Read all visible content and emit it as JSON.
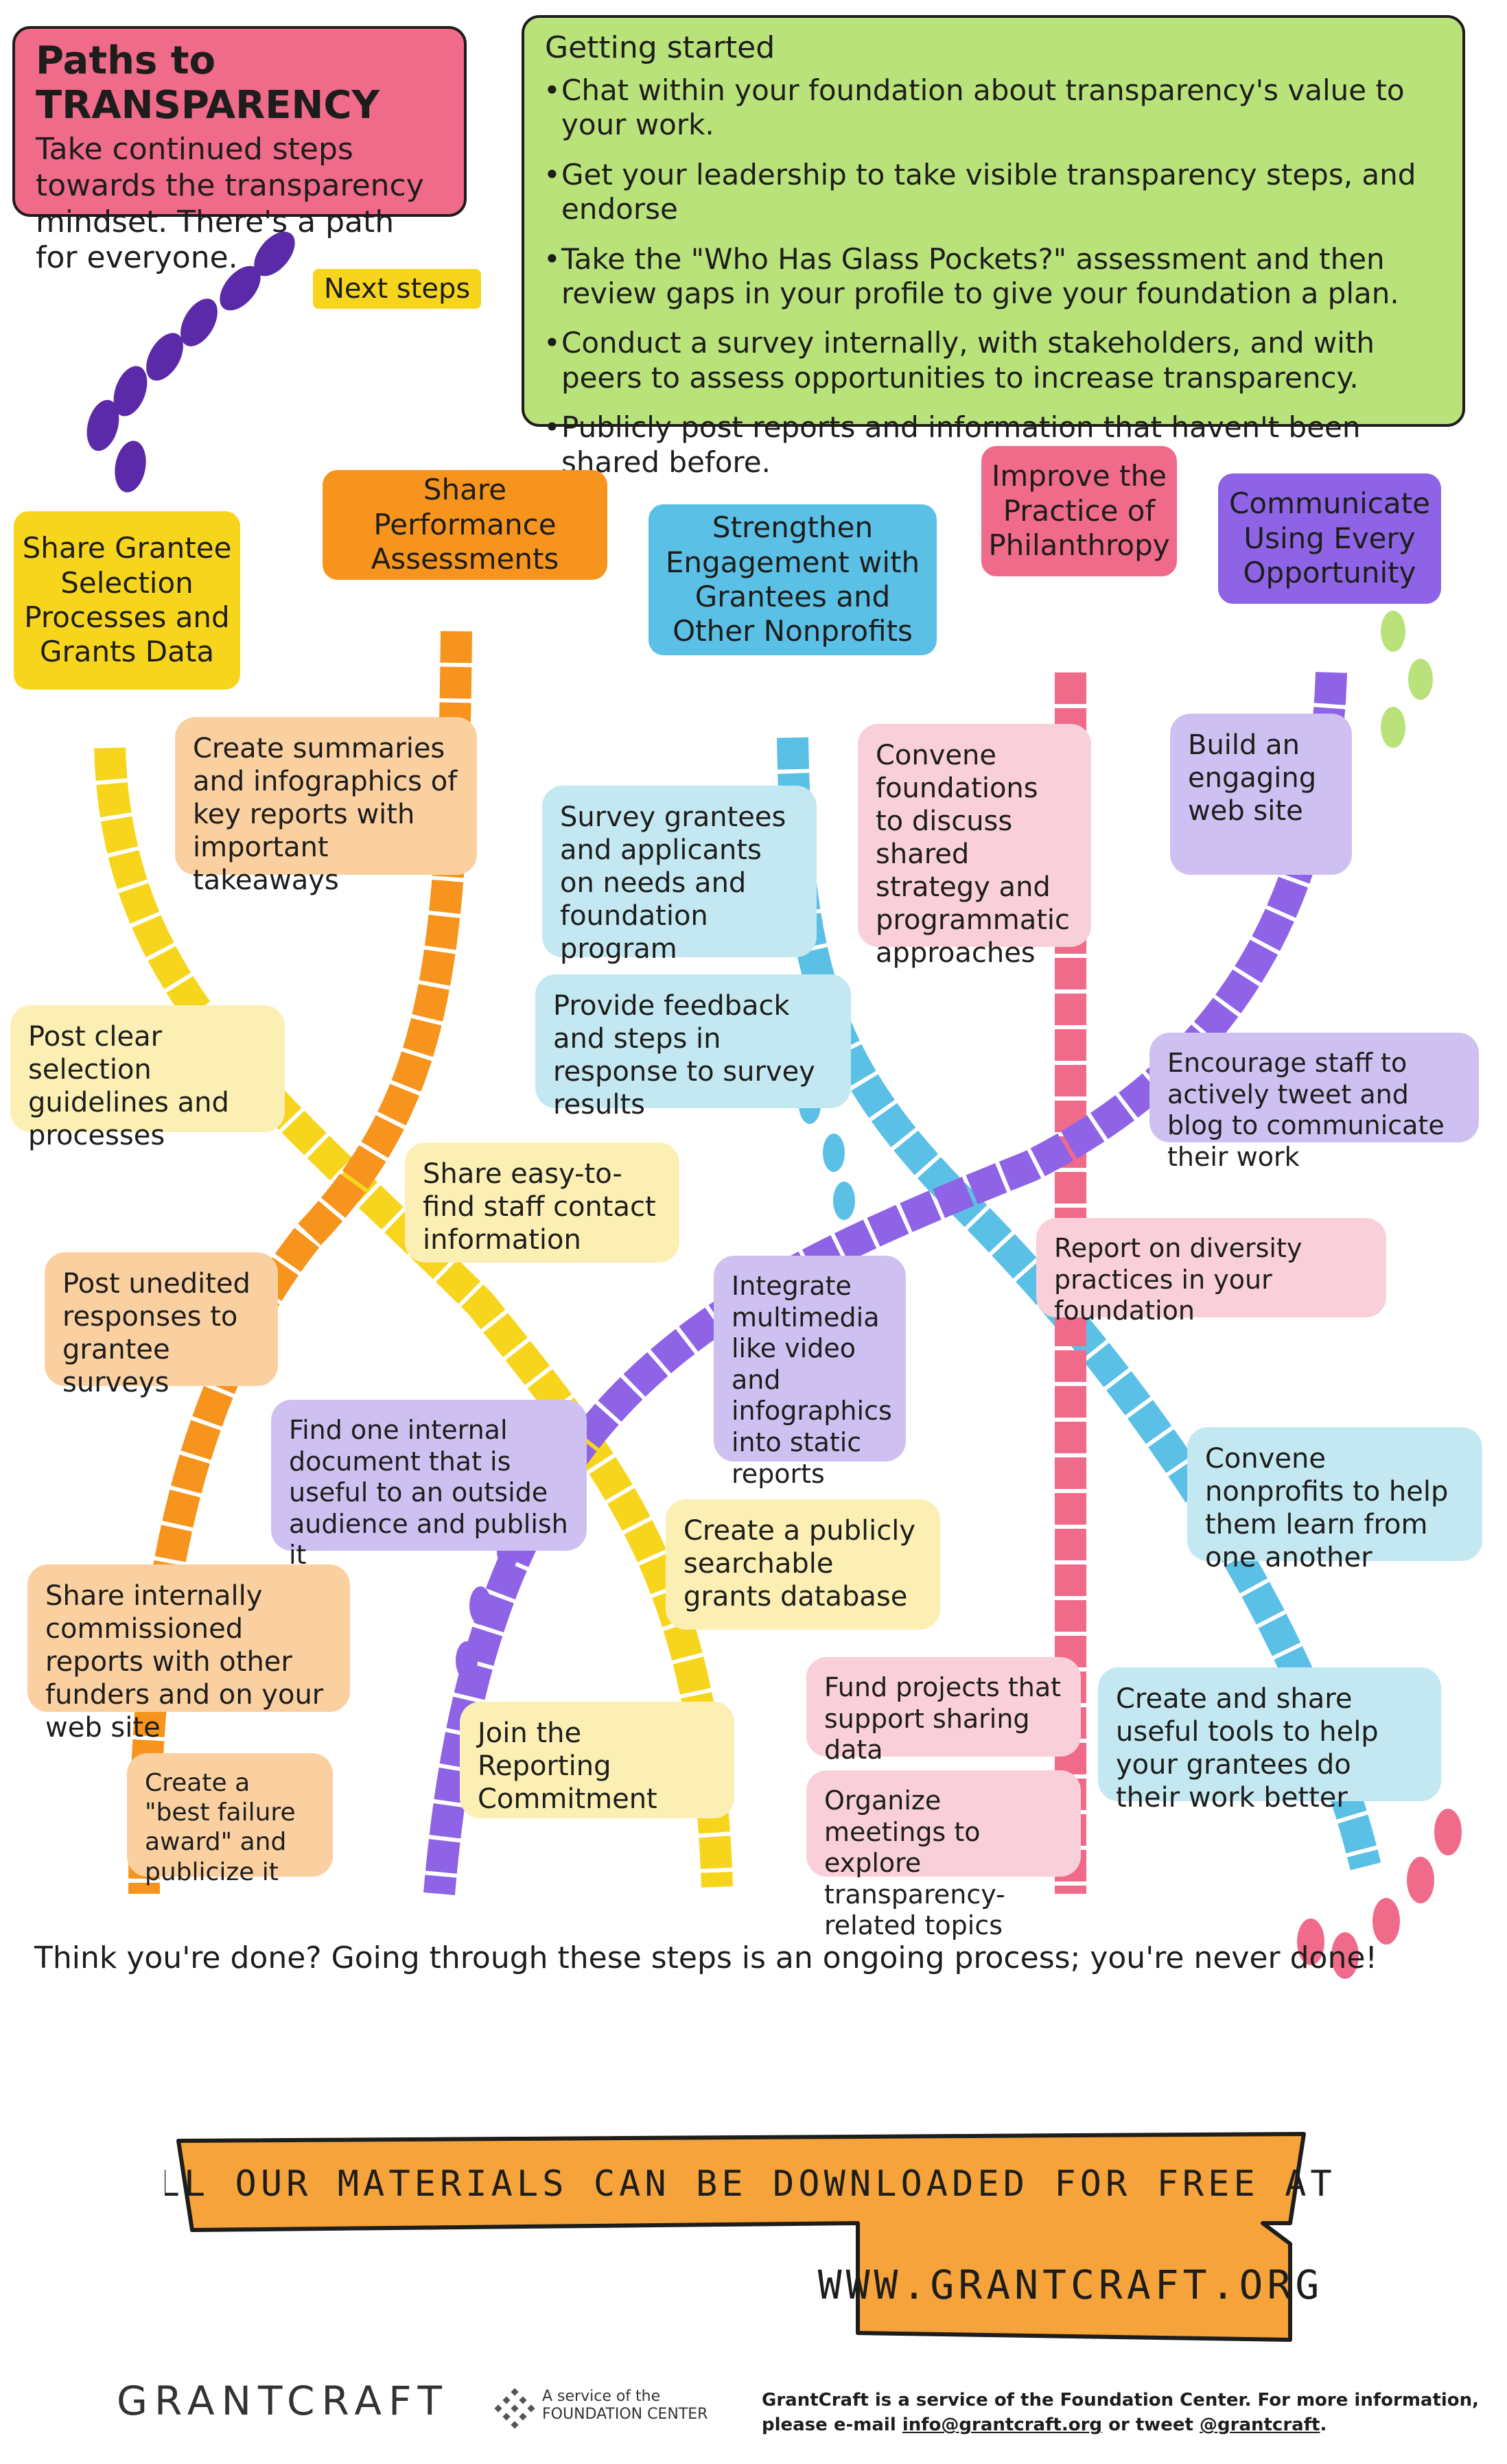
{
  "title": {
    "heading": "Paths to TRANSPARENCY",
    "body": "Take continued steps towards the transparency mindset. There's a path for everyone."
  },
  "getting_started": {
    "heading": "Getting started",
    "items": [
      "Chat within your foundation about transparency's value to your work.",
      "Get your leadership to take visible transparency steps, and endorse",
      "Take the \"Who Has Glass Pockets?\" assessment and then review gaps in your profile to give your foundation a plan.",
      "Conduct a survey internally, with stakeholders, and with peers to assess opportunities to increase transparency.",
      "Publicly post reports and information that haven't been shared before."
    ]
  },
  "next_steps": "Next steps",
  "categories": [
    {
      "label": "Share Grantee Selection Processes and Grants Data",
      "color": "#f7d51d"
    },
    {
      "label": "Share Performance Assessments",
      "color": "#f7941d"
    },
    {
      "label": "Strengthen Engagement with Grantees and Other Nonprofits",
      "color": "#5bc0e6"
    },
    {
      "label": "Improve the Practice of Philanthropy",
      "color": "#f06a8a"
    },
    {
      "label": "Communicate Using Every Opportunity",
      "color": "#8e63e6"
    }
  ],
  "callouts": [
    {
      "text": "Create summaries and infographics of key reports with important takeaways"
    },
    {
      "text": "Post clear selection guidelines and processes"
    },
    {
      "text": "Share easy-to-find staff contact information"
    },
    {
      "text": "Post unedited responses to grantee surveys"
    },
    {
      "text": "Create a publicly searchable grants database"
    },
    {
      "text": "Share internally commissioned reports with other funders and on your web site"
    },
    {
      "text": "Join the Reporting Commitment"
    },
    {
      "text": "Create a \"best failure award\" and publicize it"
    },
    {
      "text": "Survey grantees and applicants on needs and foundation program"
    },
    {
      "text": "Provide feedback and steps in response to survey results"
    },
    {
      "text": "Convene nonprofits to help them learn from one another"
    },
    {
      "text": "Create and share useful tools to help your grantees do their work better"
    },
    {
      "text": "Convene foundations to discuss shared strategy and programmatic approaches"
    },
    {
      "text": "Report on diversity practices in your foundation"
    },
    {
      "text": "Fund projects that support sharing data"
    },
    {
      "text": "Organize meetings to explore transparency-related topics"
    },
    {
      "text": "Build an engaging web site"
    },
    {
      "text": "Encourage staff to actively tweet and blog to communicate their work"
    },
    {
      "text": "Integrate multimedia like video and infographics into static reports"
    },
    {
      "text": "Find one internal document that is useful to an outside audience and publish it"
    }
  ],
  "closing": "Think you're done? Going through these steps is an ongoing process; you're never done!",
  "banner": {
    "line1": "ALL OUR MATERIALS CAN BE DOWNLOADED FOR FREE AT",
    "line2": "WWW.GRANTCRAFT.ORG",
    "color": "#f5a33a"
  },
  "footer": {
    "brand": "GRANTCRAFT",
    "service_line1": "A service of the",
    "service_line2": "FOUNDATION CENTER",
    "info_line1": "GrantCraft is a service of the Foundation Center. For more information,",
    "info_pre": "please e-mail ",
    "info_email": "info@grantcraft.org",
    "info_mid": " or tweet ",
    "info_handle": "@grantcraft",
    "info_end": "."
  }
}
